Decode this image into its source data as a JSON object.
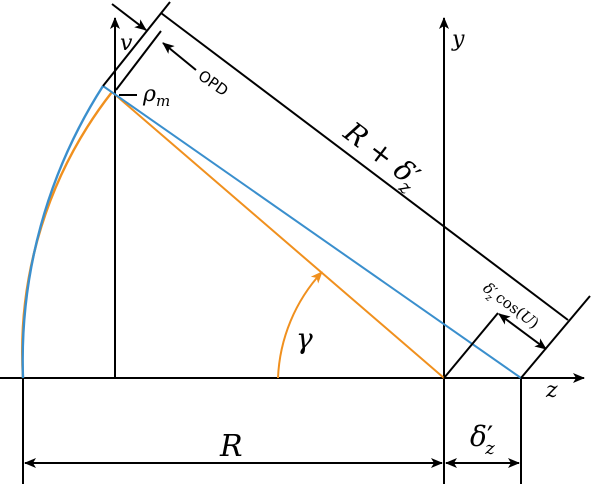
{
  "colors": {
    "ink": "#000000",
    "blue": "#3a8fcd",
    "orange": "#f0901e"
  },
  "labels": {
    "y_axis": "y",
    "v_axis": "v",
    "z_axis": "z",
    "rho": "ρ",
    "rho_sub": "m",
    "opd": "OPD",
    "gamma": "γ",
    "R": "R",
    "R_plus": "R + δ",
    "R_plus_prime": "′",
    "R_plus_sub": "z",
    "delta": "δ",
    "delta_prime": "′",
    "delta_sub": "z",
    "dcos_delta": "δ",
    "dcos_prime": "′",
    "dcos_sub": "z",
    "dcos_func": "cos(",
    "dcos_U": "U",
    "dcos_close": ")"
  }
}
